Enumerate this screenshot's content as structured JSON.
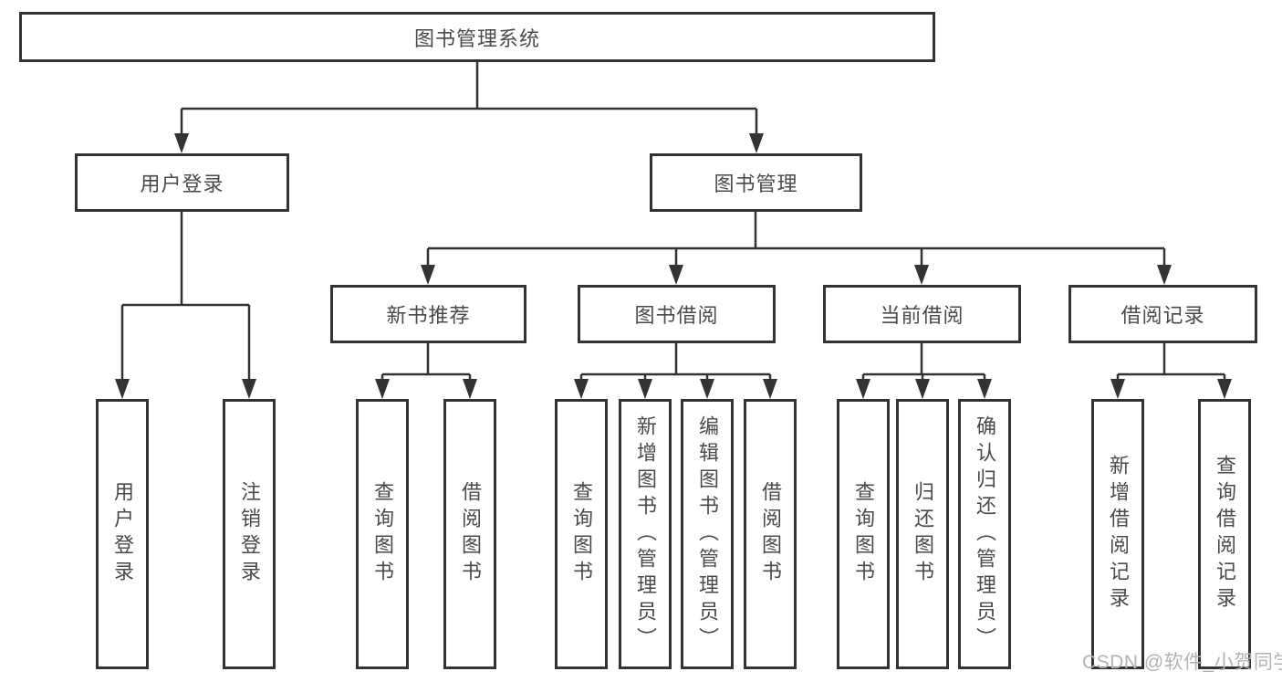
{
  "diagram": {
    "type": "hierarchy",
    "colors": {
      "background": "#ffffff",
      "box_border": "#333333",
      "line": "#333333",
      "text": "#4a4a4a",
      "watermark": "#b3b3b3"
    },
    "nodes": {
      "root": "图书管理系统",
      "level2": {
        "user_login": "用户登录",
        "book_management": "图书管理"
      },
      "level3": {
        "new_book_recommend": "新书推荐",
        "book_borrowing": "图书借阅",
        "current_borrowing": "当前借阅",
        "borrowing_records": "借阅记录"
      },
      "leaves": {
        "user_login": "用户登录",
        "logout": "注销登录",
        "query_books_recommend": "查询图书",
        "borrow_books_recommend": "借阅图书",
        "query_books_borrowing": "查询图书",
        "add_books_admin": "新增图书（管理员）",
        "edit_books_admin": "编辑图书（管理员）",
        "borrow_books_borrowing": "借阅图书",
        "query_books_current": "查询图书",
        "return_books": "归还图书",
        "confirm_return_admin": "确认归还（管理员）",
        "add_borrow_record": "新增借阅记录",
        "query_borrow_record": "查询借阅记录"
      },
      "hierarchy": {
        "图书管理系统": [
          "用户登录",
          "图书管理"
        ],
        "用户登录": [
          "用户登录",
          "注销登录"
        ],
        "图书管理": [
          "新书推荐",
          "图书借阅",
          "当前借阅",
          "借阅记录"
        ],
        "新书推荐": [
          "查询图书",
          "借阅图书"
        ],
        "图书借阅": [
          "查询图书",
          "新增图书（管理员）",
          "编辑图书（管理员）",
          "借阅图书"
        ],
        "当前借阅": [
          "查询图书",
          "归还图书",
          "确认归还（管理员）"
        ],
        "借阅记录": [
          "新增借阅记录",
          "查询借阅记录"
        ]
      }
    },
    "watermark": "CSDN @软件_小贺同学"
  }
}
